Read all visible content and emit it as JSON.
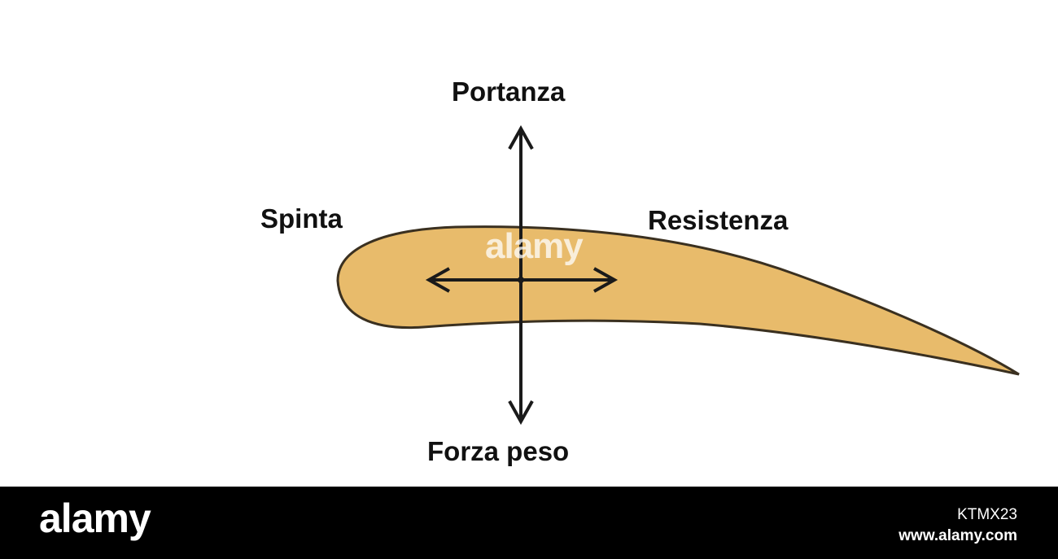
{
  "diagram": {
    "labels": {
      "lift": "Portanza",
      "thrust": "Spinta",
      "drag": "Resistenza",
      "weight": "Forza peso"
    },
    "colors": {
      "airfoil_fill": "#e8bb6b",
      "outline": "#3a3020",
      "arrow": "#1a1a1a"
    },
    "watermark": "alamy"
  },
  "footer": {
    "brand": "alamy",
    "image_code": "KTMX23",
    "url": "www.alamy.com",
    "background": "#000000"
  }
}
